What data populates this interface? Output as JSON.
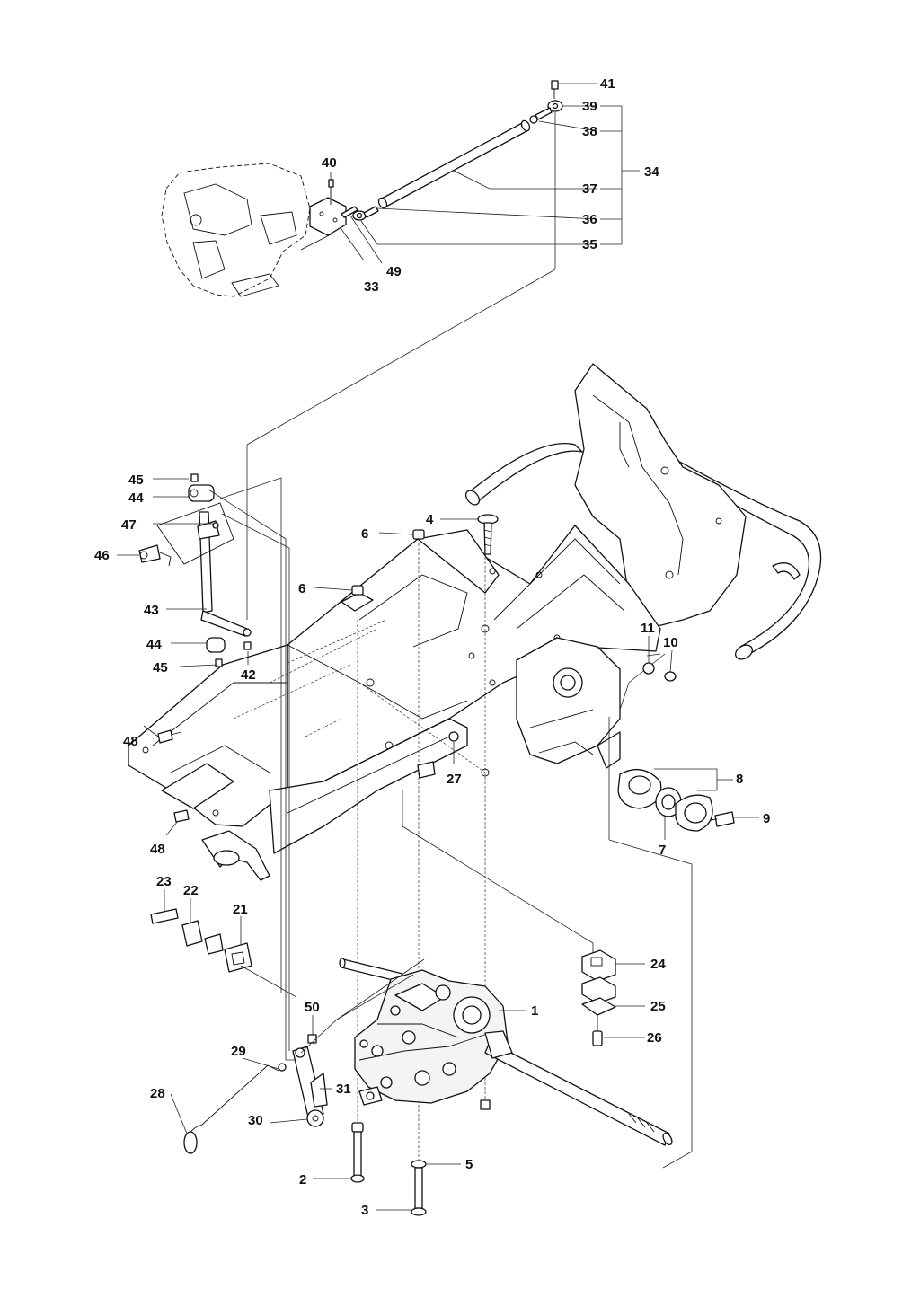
{
  "callouts": {
    "c1": "1",
    "c2": "2",
    "c3": "3",
    "c4": "4",
    "c5": "5",
    "c6a": "6",
    "c6b": "6",
    "c7": "7",
    "c8": "8",
    "c9": "9",
    "c10": "10",
    "c11": "11",
    "c21": "21",
    "c22": "22",
    "c23": "23",
    "c24": "24",
    "c25": "25",
    "c26": "26",
    "c27": "27",
    "c28": "28",
    "c29": "29",
    "c30": "30",
    "c31": "31",
    "c33": "33",
    "c34": "34",
    "c35": "35",
    "c36": "36",
    "c37": "37",
    "c38": "38",
    "c39": "39",
    "c40": "40",
    "c41": "41",
    "c42": "42",
    "c43": "43",
    "c44a": "44",
    "c44b": "44",
    "c45a": "45",
    "c45b": "45",
    "c46": "46",
    "c47": "47",
    "c48a": "48",
    "c48b": "48",
    "c49": "49",
    "c50": "50"
  }
}
